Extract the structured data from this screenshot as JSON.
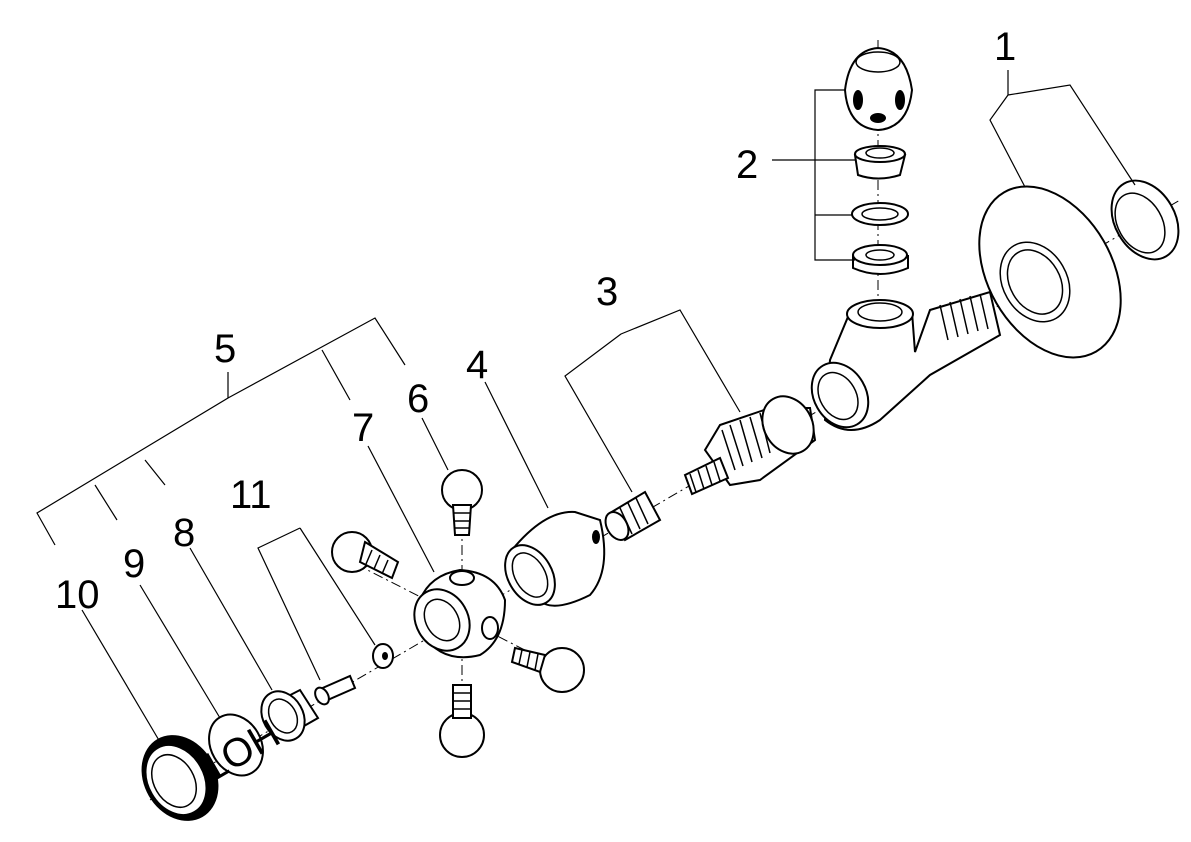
{
  "diagram": {
    "callouts": [
      "1",
      "2",
      "3",
      "4",
      "5",
      "6",
      "7",
      "8",
      "9",
      "10",
      "11"
    ],
    "cap_text": "HOT"
  }
}
